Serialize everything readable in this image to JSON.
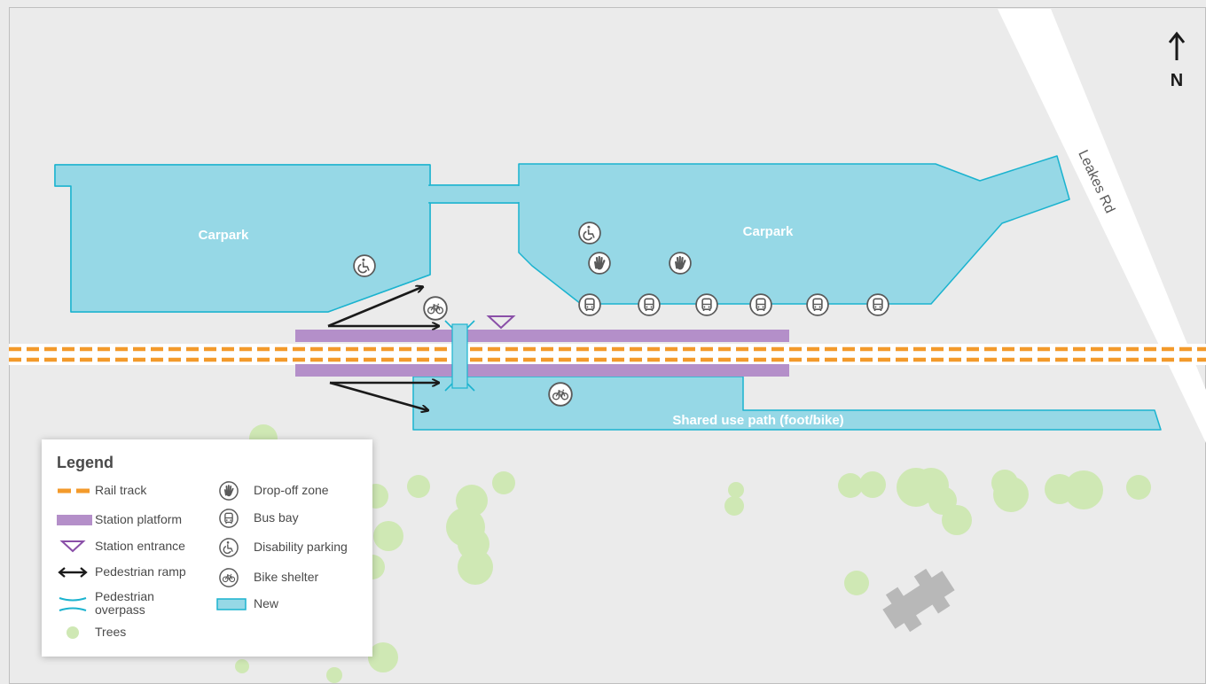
{
  "colors": {
    "background": "#ebebeb",
    "new_area_fill": "#96d8e6",
    "new_area_stroke": "#1bb3cf",
    "rail": "#f39a2b",
    "platform": "#b48fc9",
    "entrance": "#8a4fa8",
    "tree": "#cfe8b4",
    "building": "#b8b8b8",
    "text_dark": "#4a4a4a"
  },
  "north_label": "N",
  "road_label": "Leakes Rd",
  "areas": {
    "carpark_west": "Carpark",
    "carpark_east": "Carpark",
    "shared_path": "Shared use path (foot/bike)"
  },
  "legend": {
    "title": "Legend",
    "items": [
      {
        "key": "rail",
        "label": "Rail track"
      },
      {
        "key": "platform",
        "label": "Station platform"
      },
      {
        "key": "entrance",
        "label": "Station entrance"
      },
      {
        "key": "ramp",
        "label": "Pedestrian ramp"
      },
      {
        "key": "overpass",
        "label": "Pedestrian overpass"
      },
      {
        "key": "trees",
        "label": "Trees"
      },
      {
        "key": "dropoff",
        "label": "Drop-off zone"
      },
      {
        "key": "busbay",
        "label": "Bus bay"
      },
      {
        "key": "disability",
        "label": "Disability parking"
      },
      {
        "key": "bike",
        "label": "Bike shelter"
      },
      {
        "key": "new",
        "label": "New"
      }
    ]
  }
}
